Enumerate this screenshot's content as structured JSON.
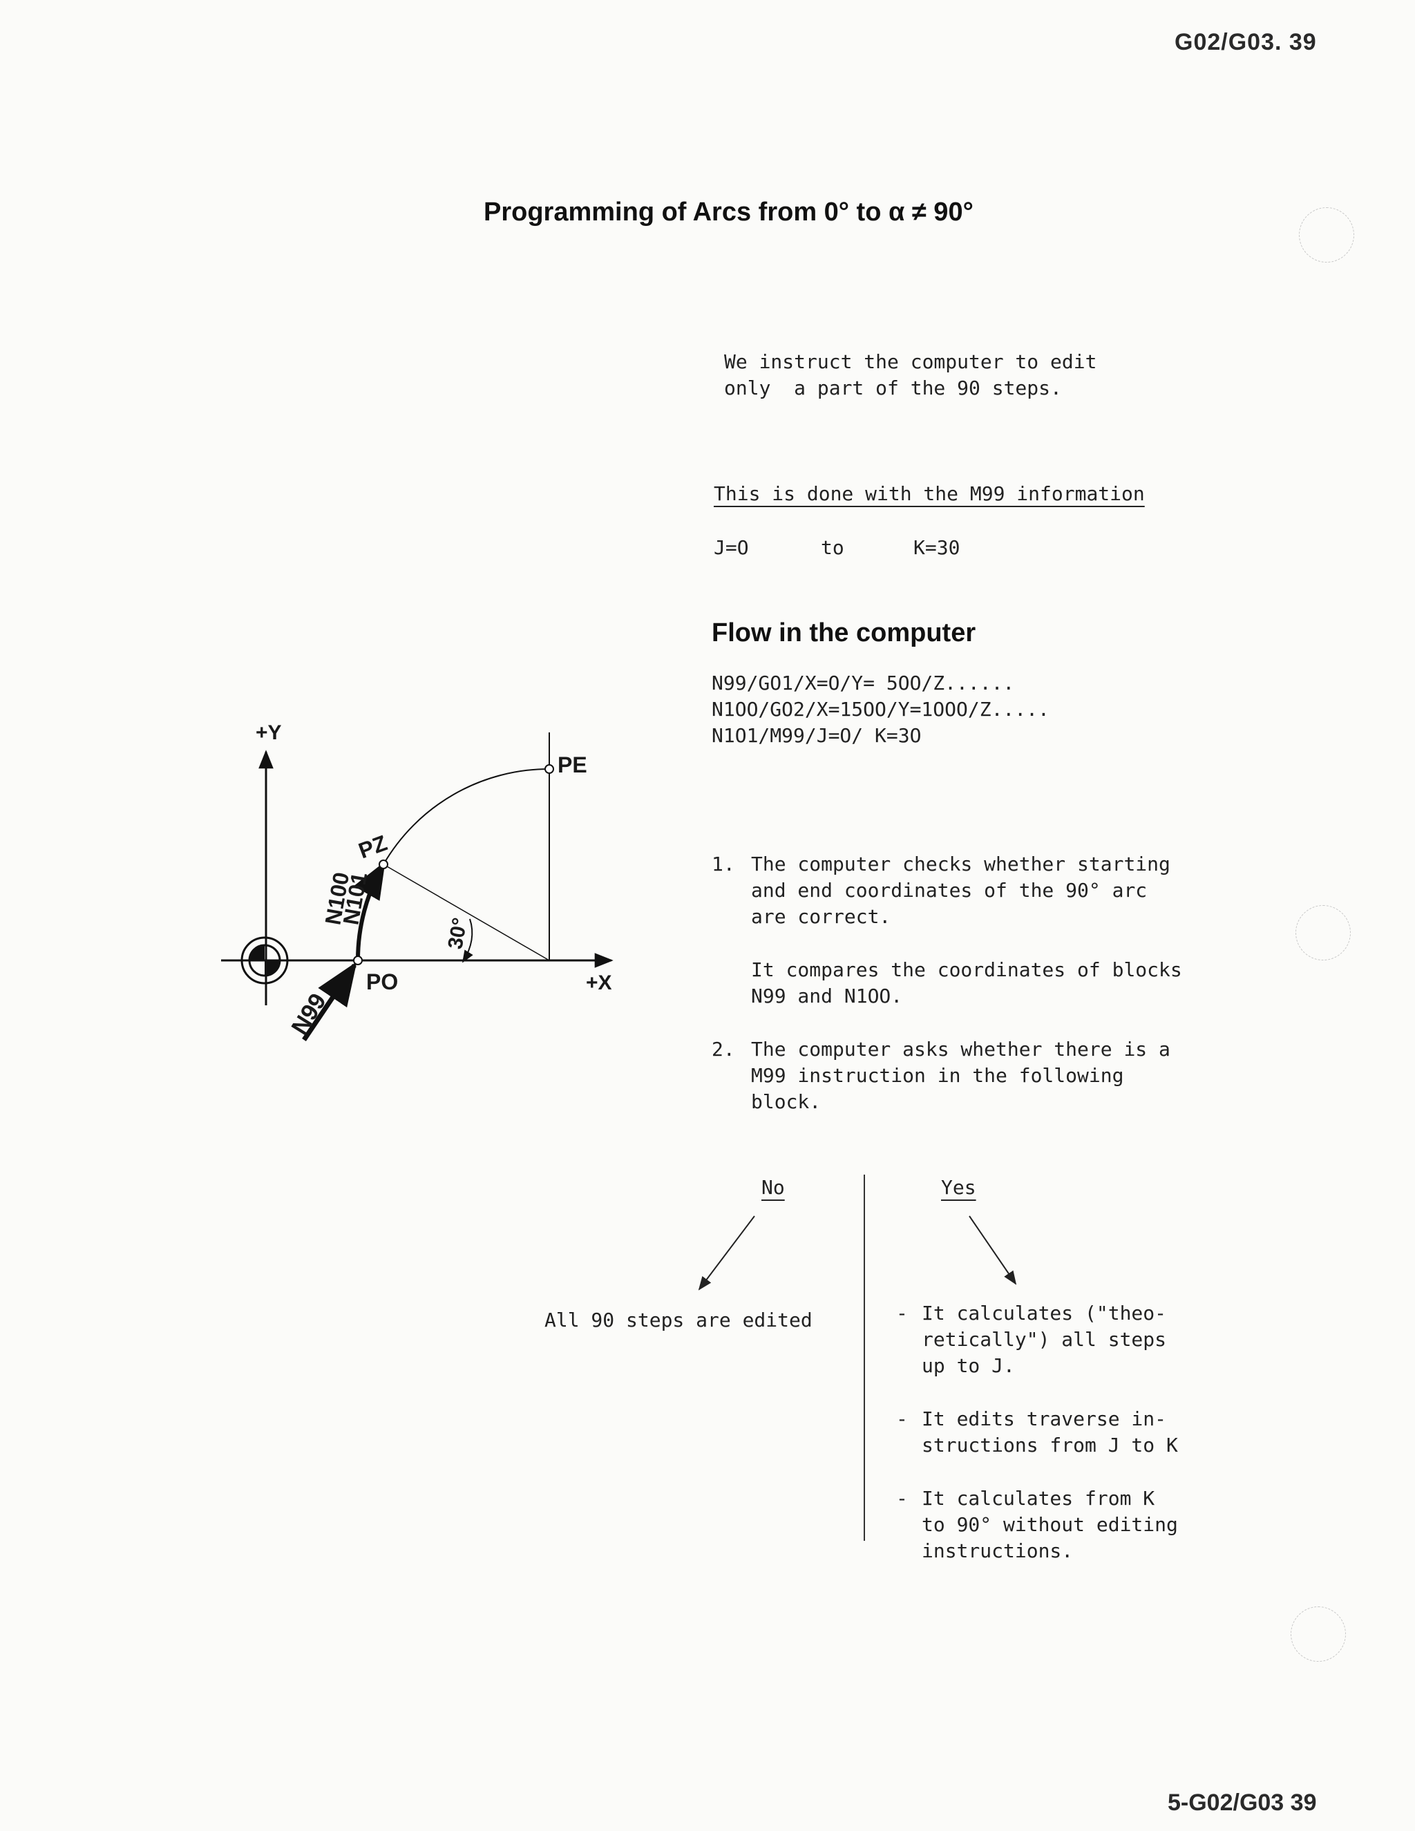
{
  "header": {
    "code": "G02/G03. 39"
  },
  "title": "Programming of Arcs from 0° to α ≠ 90°",
  "intro": {
    "line1": "We instruct the computer to edit",
    "line2": "only  a part of the 90 steps."
  },
  "m99": {
    "heading": "This is done with the M99 information",
    "j": "J=O",
    "to": "to",
    "k": "K=30"
  },
  "flow": {
    "heading": "Flow in the computer",
    "code": [
      "N99/GO1/X=O/Y= 5OO/Z......",
      "N1OO/GO2/X=15OO/Y=1OOO/Z.....",
      "N1O1/M99/J=O/ K=3O"
    ]
  },
  "steps": [
    {
      "num": "1.",
      "lines": [
        "The computer checks whether starting",
        "and end coordinates of the 90° arc",
        "are correct."
      ],
      "extra": [
        "It compares the coordinates of blocks",
        "N99 and N1OO."
      ]
    },
    {
      "num": "2.",
      "lines": [
        "The computer asks whether there is a",
        "M99 instruction in the following",
        "block."
      ]
    }
  ],
  "branches": {
    "no_label": "No",
    "yes_label": "Yes",
    "no_result": "All 90 steps are edited",
    "yes_items": [
      {
        "bullet": "-",
        "lines": [
          "It calculates (\"theo-",
          "retically\") all steps",
          "up to J."
        ]
      },
      {
        "bullet": "-",
        "lines": [
          "It edits traverse in-",
          "structions from J to K"
        ]
      },
      {
        "bullet": "-",
        "lines": [
          "It calculates from K",
          "to 90° without editing",
          "instructions."
        ]
      }
    ]
  },
  "diagram": {
    "y_axis": "+Y",
    "x_axis": "+X",
    "pe": "PE",
    "pz": "PZ",
    "po": "PO",
    "n100": "N100",
    "n101": "N101",
    "n99": "N99",
    "angle": "30°"
  },
  "footer": {
    "code": "5-G02/G03 39"
  }
}
